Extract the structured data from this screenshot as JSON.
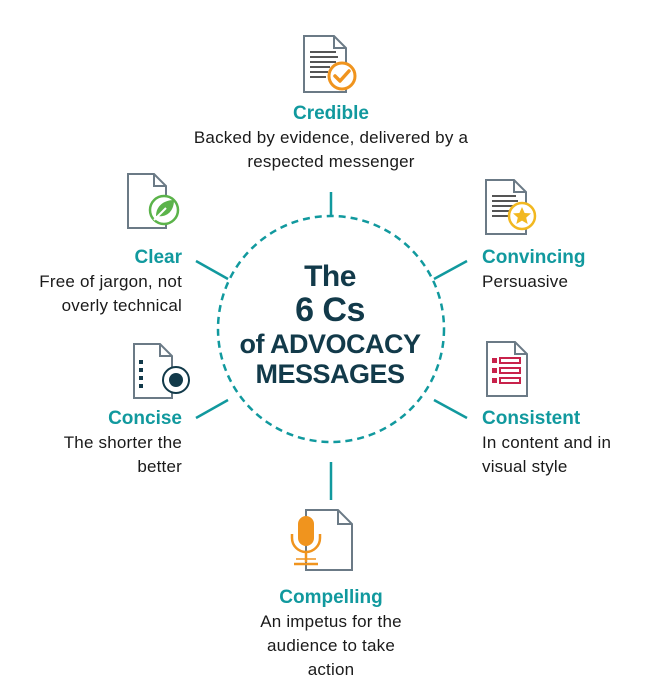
{
  "center": {
    "line1": "The",
    "line2": "6 Cs",
    "line3": "of ADVOCACY",
    "line4": "MESSAGES"
  },
  "items": {
    "credible": {
      "title": "Credible",
      "desc_line1": "Backed by evidence, delivered by a",
      "desc_line2": "respected messenger",
      "icon": "document-check-icon"
    },
    "convincing": {
      "title": "Convincing",
      "desc_line1": "Persuasive",
      "icon": "document-star-icon"
    },
    "consistent": {
      "title": "Consistent",
      "desc_line1": "In content and in",
      "desc_line2": "visual style",
      "icon": "document-list-icon"
    },
    "compelling": {
      "title": "Compelling",
      "desc_line1": "An impetus for the",
      "desc_line2": "audience to take",
      "desc_line3": "action",
      "icon": "microphone-document-icon"
    },
    "concise": {
      "title": "Concise",
      "desc_line1": "The shorter the",
      "desc_line2": "better",
      "icon": "document-target-icon"
    },
    "clear": {
      "title": "Clear",
      "desc_line1": "Free of jargon, not",
      "desc_line2": "overly technical",
      "icon": "document-leaf-icon"
    }
  },
  "colors": {
    "teal": "#11999e",
    "navy": "#123a4a",
    "orange": "#f0941e",
    "red": "#c8224b",
    "green": "#5bb34a",
    "gold": "#f2b820",
    "gray": "#6b7a86"
  }
}
